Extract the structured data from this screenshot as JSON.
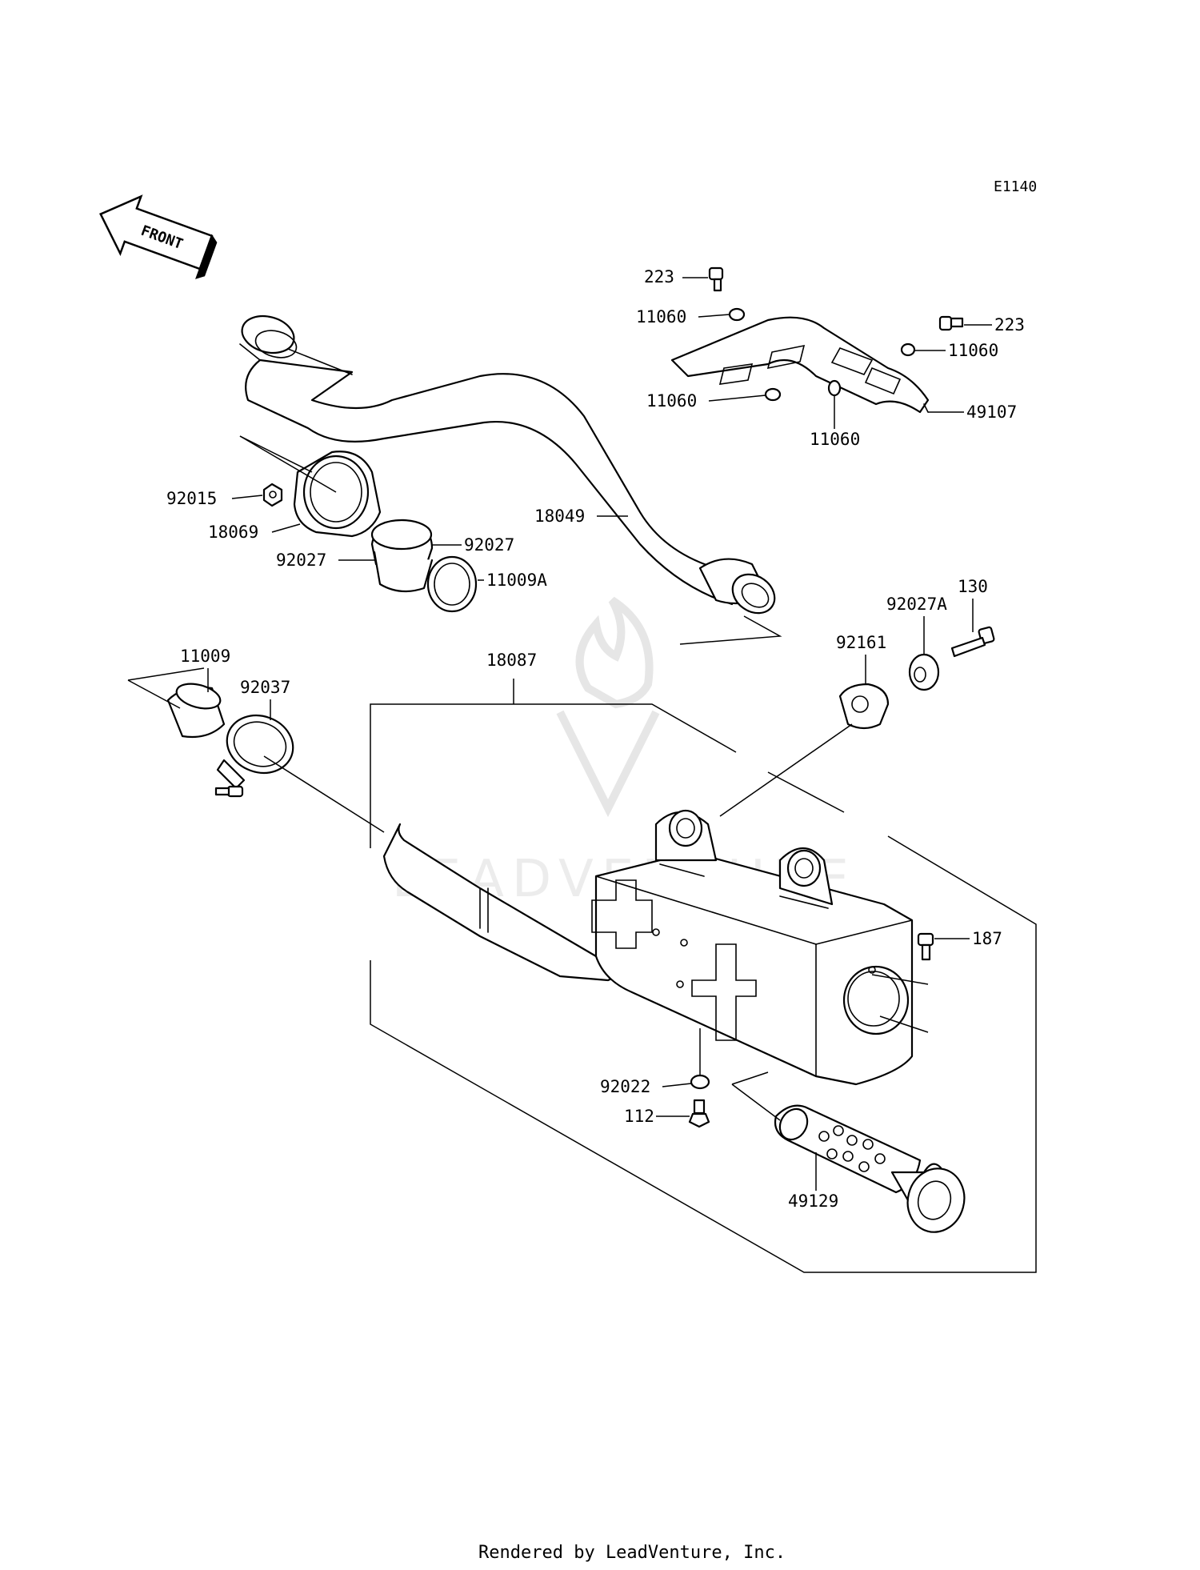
{
  "diagram_code": "E1140",
  "front_label": "FRONT",
  "watermark": "LEADVENTURE",
  "footer": "Rendered by LeadVenture, Inc.",
  "labels": {
    "p223a": "223",
    "p223b": "223",
    "p11060a": "11060",
    "p11060b": "11060",
    "p11060c": "11060",
    "p11060d": "11060",
    "p49107": "49107",
    "p92015": "92015",
    "p18069": "18069",
    "p92027a": "92027",
    "p92027b": "92027",
    "p11009a": "11009A",
    "p18049": "18049",
    "p130": "130",
    "p92027A": "92027A",
    "p92161": "92161",
    "p11009": "11009",
    "p92037": "92037",
    "p18087": "18087",
    "p187": "187",
    "p92022": "92022",
    "p112": "112",
    "p49129": "49129"
  }
}
